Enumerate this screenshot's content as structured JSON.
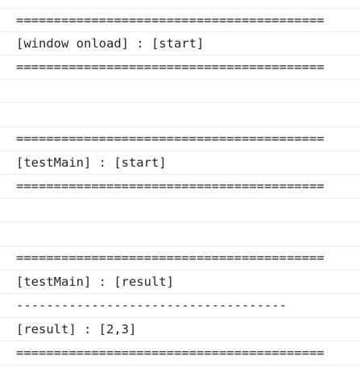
{
  "console": {
    "lines": [
      "=========================================",
      "[window onload] : [start]",
      "=========================================",
      "",
      "",
      "=========================================",
      "[testMain] : [start]",
      "=========================================",
      "",
      "",
      "=========================================",
      "[testMain] : [result]",
      "------------------------------------",
      "[result] : [2,3]",
      "========================================="
    ]
  }
}
